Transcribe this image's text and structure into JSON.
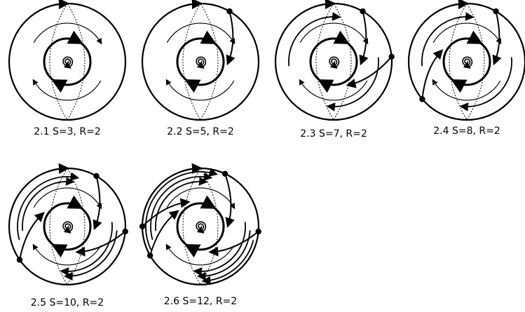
{
  "figure": {
    "panels": [
      {
        "id": "2.1",
        "caption": "2.1 S=3, R=2",
        "S": 3,
        "R": 2,
        "marked_points": 0
      },
      {
        "id": "2.2",
        "caption": "2.2 S=5, R=2",
        "S": 5,
        "R": 2,
        "marked_points": 1
      },
      {
        "id": "2.3",
        "caption": "2.3 S=7, R=2",
        "S": 7,
        "R": 2,
        "marked_points": 2
      },
      {
        "id": "2.4",
        "caption": "2.4 S=8, R=2",
        "S": 8,
        "R": 2,
        "marked_points": 2
      },
      {
        "id": "2.5",
        "caption": "2.5 S=10, R=2",
        "S": 10,
        "R": 2,
        "marked_points": 3
      },
      {
        "id": "2.6",
        "caption": "2.6 S=12, R=2",
        "S": 12,
        "R": 2,
        "marked_points": 4
      }
    ]
  }
}
